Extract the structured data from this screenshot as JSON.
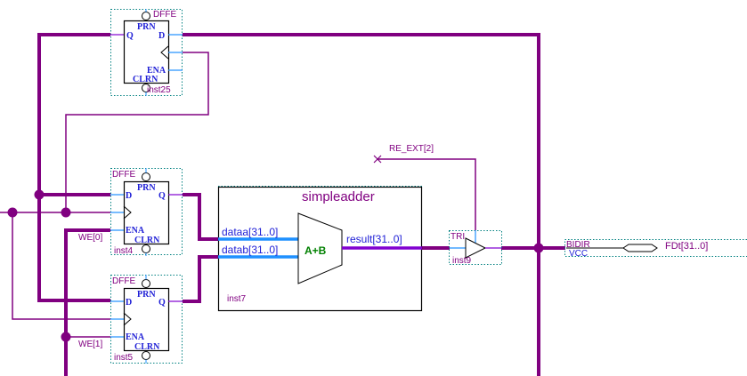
{
  "colors": {
    "wire": "#800080",
    "pin_wire": "#1e90ff",
    "bus_pin": "#1e90ff",
    "symbol_border": "#000000",
    "dotted_frame": "#008080",
    "pin_text": "#1f1fd6",
    "label_text": "#800080",
    "adder_text": "#008000",
    "result_bus": "#8000d0"
  },
  "flipflops": [
    {
      "type": "DFFE",
      "instance": "inst25",
      "pins": {
        "prn": "PRN",
        "d": "D",
        "q": "Q",
        "ena": "ENA",
        "clrn": "CLRN"
      }
    },
    {
      "type": "DFFE",
      "instance": "inst4",
      "pins": {
        "prn": "PRN",
        "d": "D",
        "q": "Q",
        "ena": "ENA",
        "clrn": "CLRN"
      },
      "enable_signal": "WE[0]"
    },
    {
      "type": "DFFE",
      "instance": "inst5",
      "pins": {
        "prn": "PRN",
        "d": "D",
        "q": "Q",
        "ena": "ENA",
        "clrn": "CLRN"
      },
      "enable_signal": "WE[1]"
    }
  ],
  "adder": {
    "title": "simpleadder",
    "instance": "inst7",
    "op": "A+B",
    "in_a": "dataa[31..0]",
    "in_b": "datab[31..0]",
    "out": "result[31..0]"
  },
  "tri": {
    "type": "TRI",
    "instance": "inst9",
    "enable_signal": "RE_EXT[2]"
  },
  "bidir": {
    "type": "BIDIR",
    "default": "VCC",
    "name": "FDt[31..0]"
  }
}
